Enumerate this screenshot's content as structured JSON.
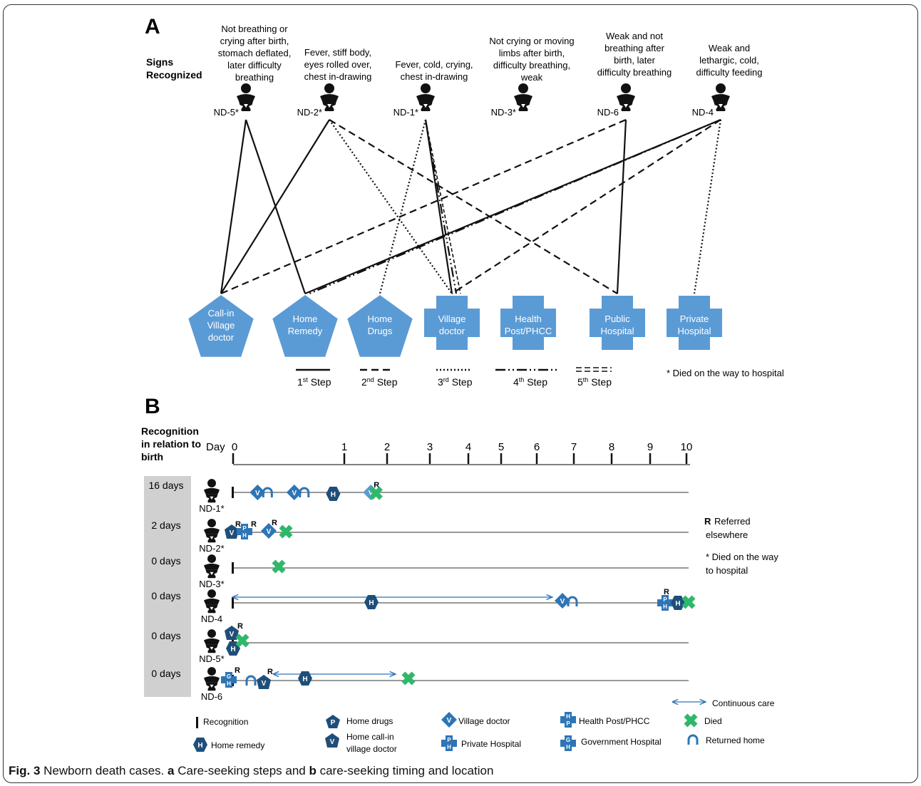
{
  "colors": {
    "facility": "#5b9bd5",
    "facility_dark": "#1f4e79",
    "died": "#2eb86b",
    "timeline_bg": "#d0d0d0",
    "arrow": "#2e75b6"
  },
  "panel_a": {
    "label": "A",
    "signs_label": [
      "Signs",
      "Recognized"
    ],
    "cases": [
      {
        "id": "ND-5*",
        "signs": [
          "Not breathing or",
          "crying after birth,",
          "stomach deflated,",
          "later difficulty",
          "breathing"
        ]
      },
      {
        "id": "ND-2*",
        "signs": [
          "Fever, stiff body,",
          "eyes rolled over,",
          "chest in-drawing"
        ]
      },
      {
        "id": "ND-1*",
        "signs": [
          "Fever, cold, crying,",
          "chest in-drawing"
        ]
      },
      {
        "id": "ND-3*",
        "signs": [
          "Not crying or moving",
          "limbs after birth,",
          "difficulty breathing,",
          "weak"
        ]
      },
      {
        "id": "ND-6",
        "signs": [
          "Weak and not",
          "breathing after",
          "birth, later",
          "difficulty breathing"
        ]
      },
      {
        "id": "ND-4",
        "signs": [
          "Weak and",
          "lethargic, cold,",
          "difficulty feeding"
        ]
      }
    ],
    "facilities": [
      {
        "shape": "pentagon",
        "lines": [
          "Call-in",
          "Village",
          "doctor"
        ]
      },
      {
        "shape": "pentagon",
        "lines": [
          "Home",
          "Remedy"
        ]
      },
      {
        "shape": "pentagon",
        "lines": [
          "Home",
          "Drugs"
        ]
      },
      {
        "shape": "cross",
        "lines": [
          "Village",
          "doctor"
        ]
      },
      {
        "shape": "cross",
        "lines": [
          "Health",
          "Post/PHCC"
        ]
      },
      {
        "shape": "cross",
        "lines": [
          "Public",
          "Hospital"
        ]
      },
      {
        "shape": "cross",
        "lines": [
          "Private",
          "Hospital"
        ]
      }
    ],
    "paths": [
      {
        "case": 0,
        "fac": 0,
        "step": 1
      },
      {
        "case": 0,
        "fac": 1,
        "step": 1
      },
      {
        "case": 1,
        "fac": 0,
        "step": 1
      },
      {
        "case": 1,
        "fac": 3,
        "step": 3
      },
      {
        "case": 1,
        "fac": 5,
        "step": 2
      },
      {
        "case": 2,
        "fac": 3,
        "step": 1
      },
      {
        "case": 2,
        "fac": 3,
        "step": 4
      },
      {
        "case": 2,
        "fac": 3,
        "step": 5
      },
      {
        "case": 2,
        "fac": 2,
        "step": 3
      },
      {
        "case": 4,
        "fac": 5,
        "step": 1
      },
      {
        "case": 4,
        "fac": 0,
        "step": 2
      },
      {
        "case": 5,
        "fac": 1,
        "step": 1
      },
      {
        "case": 5,
        "fac": 1,
        "step": 4
      },
      {
        "case": 5,
        "fac": 3,
        "step": 2
      },
      {
        "case": 5,
        "fac": 6,
        "step": 3
      }
    ],
    "legend": [
      {
        "num": "1",
        "sup": "st",
        "label": "Step"
      },
      {
        "num": "2",
        "sup": "nd",
        "label": "Step"
      },
      {
        "num": "3",
        "sup": "rd",
        "label": "Step"
      },
      {
        "num": "4",
        "sup": "th",
        "label": "Step"
      },
      {
        "num": "5",
        "sup": "th",
        "label": "Step"
      }
    ],
    "died_note": "* Died on the way to hospital"
  },
  "panel_b": {
    "label": "B",
    "recognition_label": [
      "Recognition",
      "in relation to",
      "birth"
    ],
    "day_label": "Day",
    "ticks": [
      "0",
      "1",
      "2",
      "3",
      "4",
      "5",
      "6",
      "7",
      "8",
      "9",
      "10"
    ],
    "rows": [
      {
        "days": "16 days",
        "id": "ND-1*"
      },
      {
        "days": "2 days",
        "id": "ND-2*"
      },
      {
        "days": "0 days",
        "id": "ND-3*"
      },
      {
        "days": "0 days",
        "id": "ND-4"
      },
      {
        "days": "0 days",
        "id": "ND-5*"
      },
      {
        "days": "0 days",
        "id": "ND-6"
      }
    ],
    "referred": {
      "letter": "R",
      "text1": "Referred",
      "text2": "elsewhere"
    },
    "died_note": [
      "* Died on the way",
      "to hospital"
    ],
    "continuous_care": "Continuous care",
    "legend": {
      "recognition": "Recognition",
      "home_remedy": "Home remedy",
      "home_drugs": "Home drugs",
      "home_call_in": [
        "Home call-in",
        "village doctor"
      ],
      "village_doctor": "Village doctor",
      "private_hospital": "Private Hospital",
      "health_post": "Health Post/PHCC",
      "government_hospital": "Government Hospital",
      "died": "Died",
      "returned_home": "Returned home"
    },
    "letters": {
      "village": "V",
      "home": "H",
      "drugs": "P",
      "referral": "R",
      "gov_g": "G",
      "hosp_h": "H",
      "post_h": "H",
      "post_p": "P"
    }
  },
  "caption": {
    "fig": "Fig. 3",
    "part1": " Newborn death cases. ",
    "a": "a",
    "part2": " Care-seeking steps and ",
    "b": "b",
    "part3": " care-seeking timing and location"
  }
}
